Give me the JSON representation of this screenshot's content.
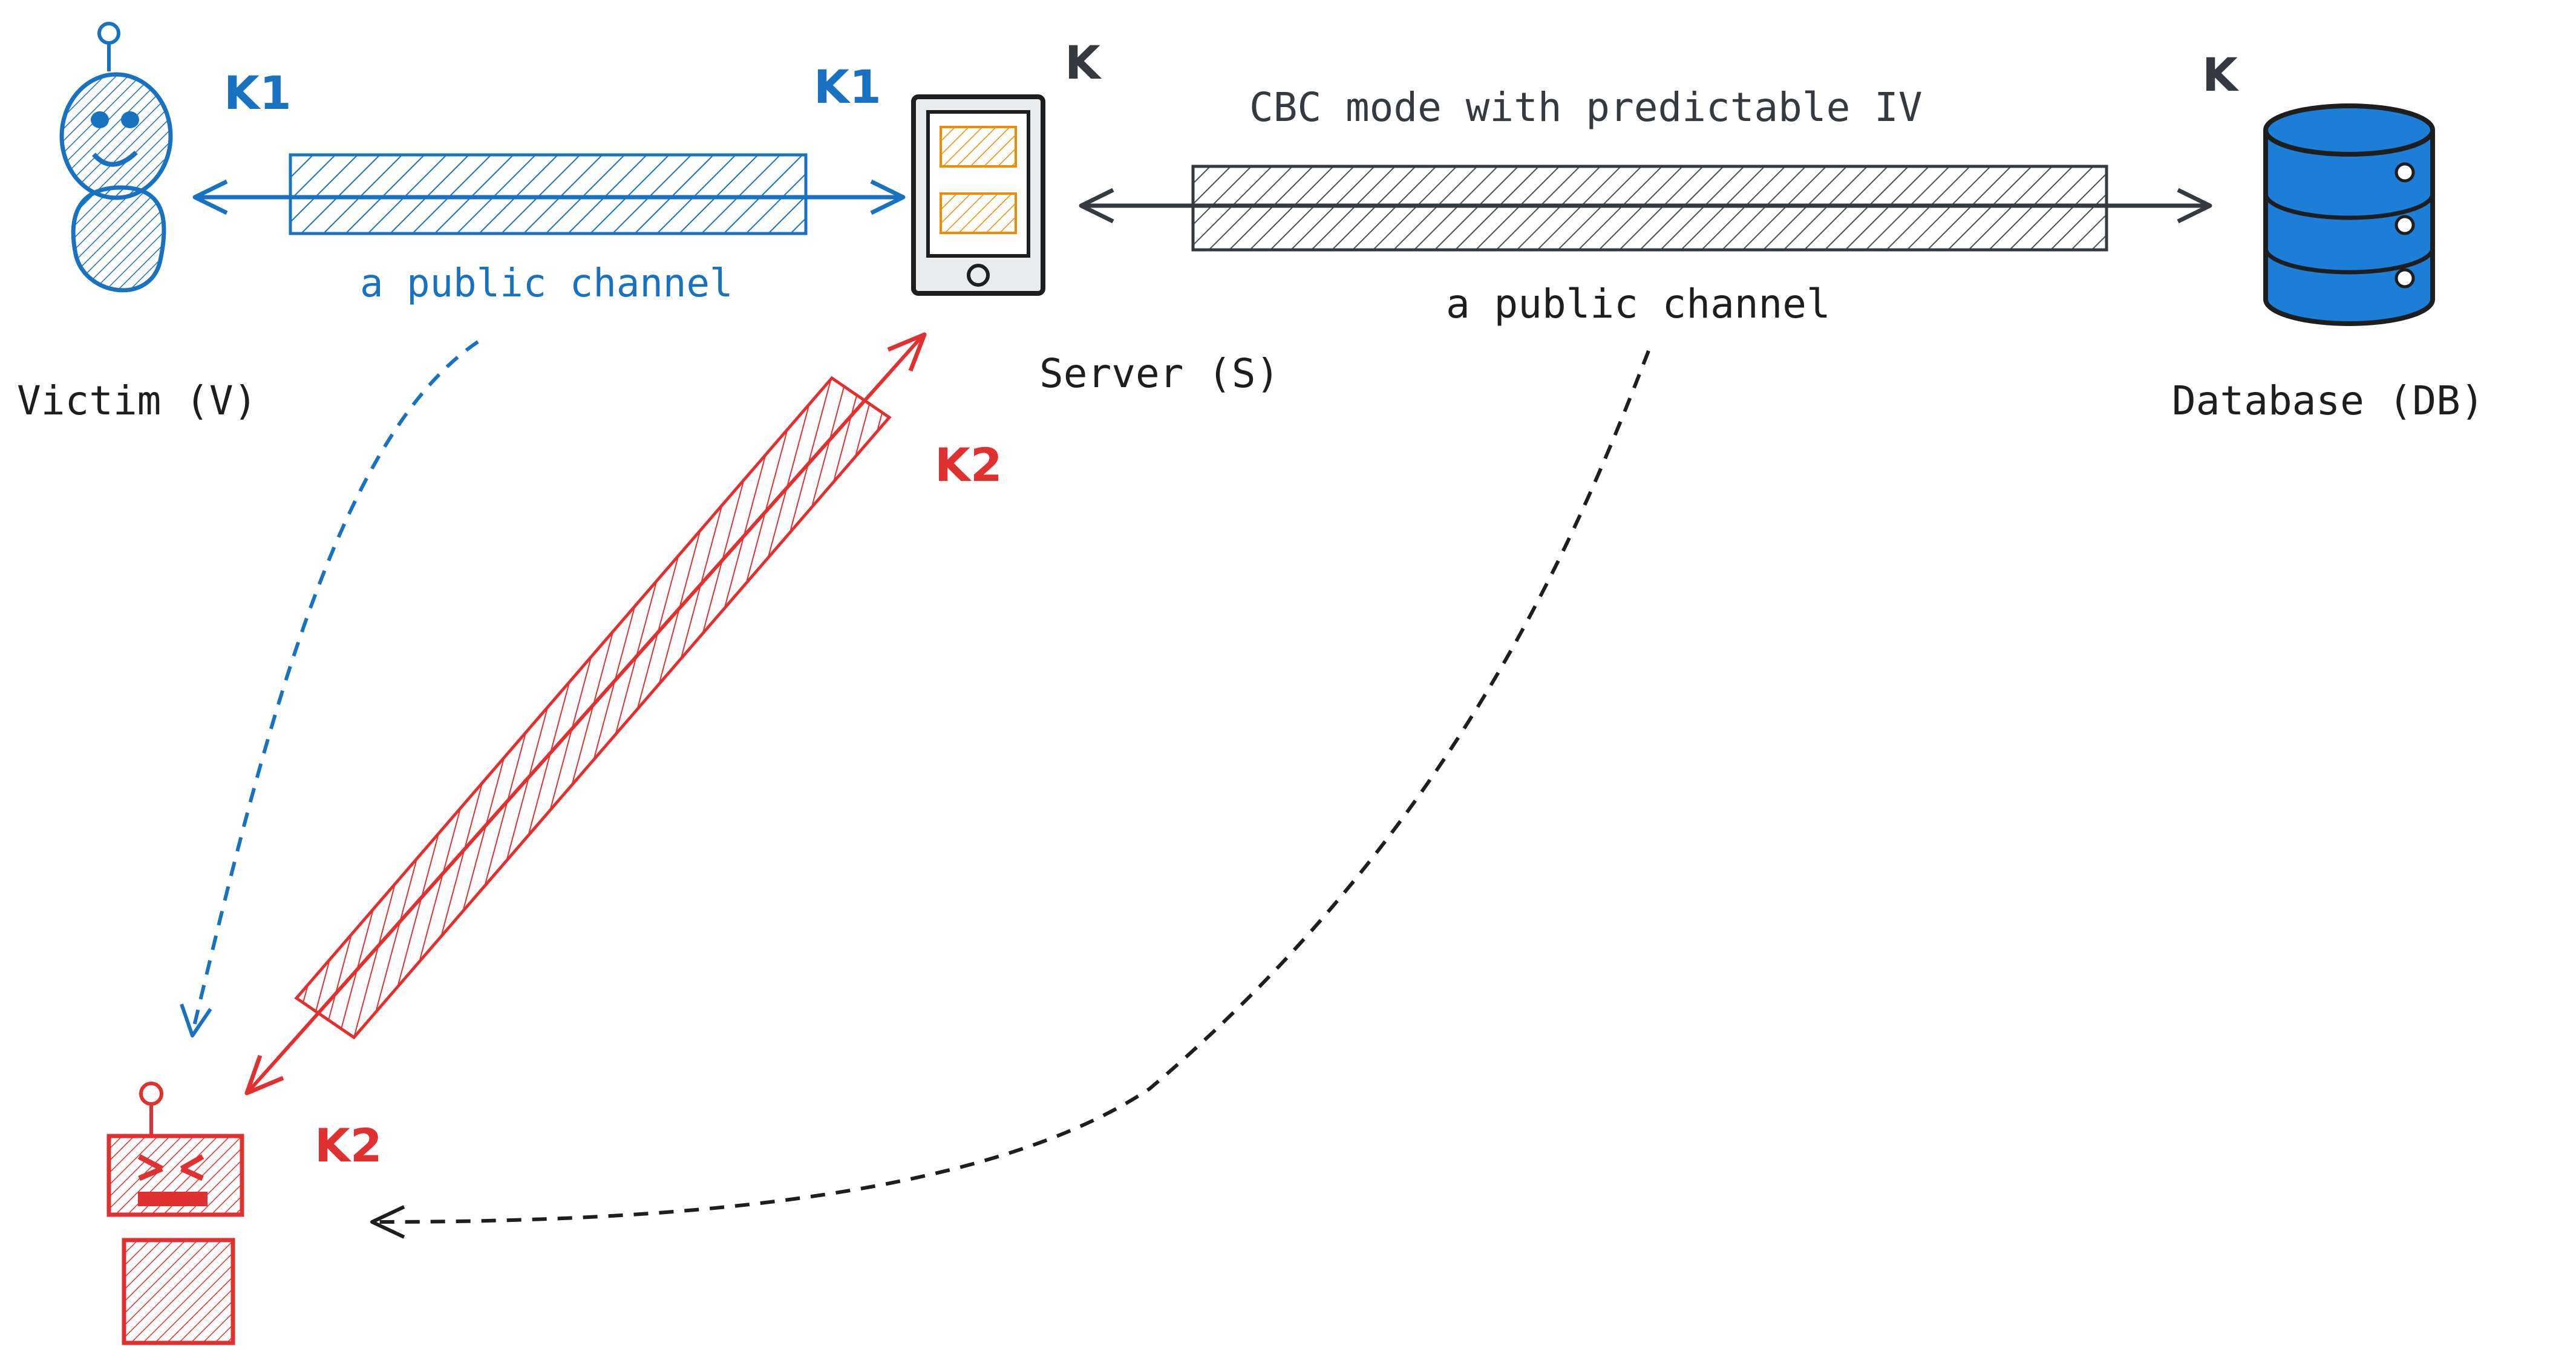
{
  "victim": {
    "label": "Victim (V)",
    "key": "K1"
  },
  "server": {
    "label": "Server (S)",
    "key_v_side": "K1",
    "key_db_side": "K"
  },
  "database": {
    "label": "Database (DB)",
    "key": "K"
  },
  "attacker": {
    "key": "K2"
  },
  "channel_victim_server": {
    "label": "a public channel"
  },
  "channel_server_db": {
    "title": "CBC mode with predictable IV",
    "label": "a public channel"
  },
  "channel_attacker_server": {
    "key": "K2"
  },
  "colors": {
    "blue": "#1971c2",
    "red": "#e03131",
    "dark": "#343a40",
    "black": "#1e1e1e",
    "yellow": "#fab005",
    "db_blue": "#1c7ed6"
  },
  "icons": {
    "victim": "robot-person-icon",
    "server": "tablet-device-icon",
    "database": "database-cylinder-icon",
    "attacker": "angry-robot-icon"
  }
}
